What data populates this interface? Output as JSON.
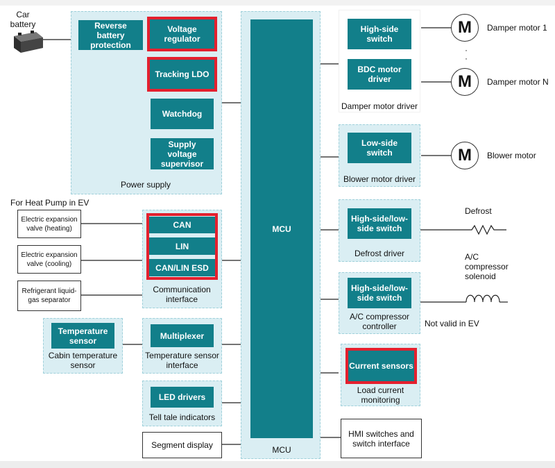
{
  "car_battery": "Car\nbattery",
  "power_supply": {
    "caption": "Power supply",
    "reverse_battery": "Reverse battery protection",
    "voltage_regulator": "Voltage regulator",
    "tracking_ldo": "Tracking LDO",
    "watchdog": "Watchdog",
    "supervisor": "Supply voltage supervisor"
  },
  "heat_pump_label": "For Heat Pump in EV",
  "inputs": {
    "eev_heating": "Electric expansion valve (heating)",
    "eev_cooling": "Electric expansion valve (cooling)",
    "separator": "Refrigerant liquid-gas separator"
  },
  "comm": {
    "caption": "Communication interface",
    "can": "CAN",
    "lin": "LIN",
    "esd": "CAN/LIN ESD"
  },
  "cabin": {
    "caption": "Cabin temperature sensor",
    "block": "Temperature sensor"
  },
  "temp_interface": {
    "caption": "Temperature sensor interface",
    "block": "Multiplexer"
  },
  "tell_tale": {
    "caption": "Tell tale indicators",
    "block": "LED drivers"
  },
  "segment_display": "Segment display",
  "mcu": {
    "block": "MCU",
    "caption": "MCU"
  },
  "damper": {
    "caption": "Damper motor driver",
    "hs": "High-side switch",
    "bdc": "BDC motor driver",
    "motor1": "Damper motor 1",
    "motorN": "Damper motor N",
    "dots": "·\n·"
  },
  "blower": {
    "caption": "Blower motor driver",
    "ls": "Low-side switch",
    "motor": "Blower motor"
  },
  "defrost": {
    "caption": "Defrost driver",
    "sw": "High-side/low-side switch",
    "load": "Defrost"
  },
  "ac": {
    "caption": "A/C compressor controller",
    "sw": "High-side/low-side switch",
    "load": "A/C\ncompressor\nsolenoid",
    "note": "Not valid in EV"
  },
  "load_current": {
    "caption": "Load current monitoring",
    "block": "Current sensors"
  },
  "hmi": "HMI switches and switch interface",
  "motor_symbol": "M",
  "colors": {
    "block": "#127f8a",
    "group": "#daeef3",
    "highlight": "#e4202e"
  }
}
